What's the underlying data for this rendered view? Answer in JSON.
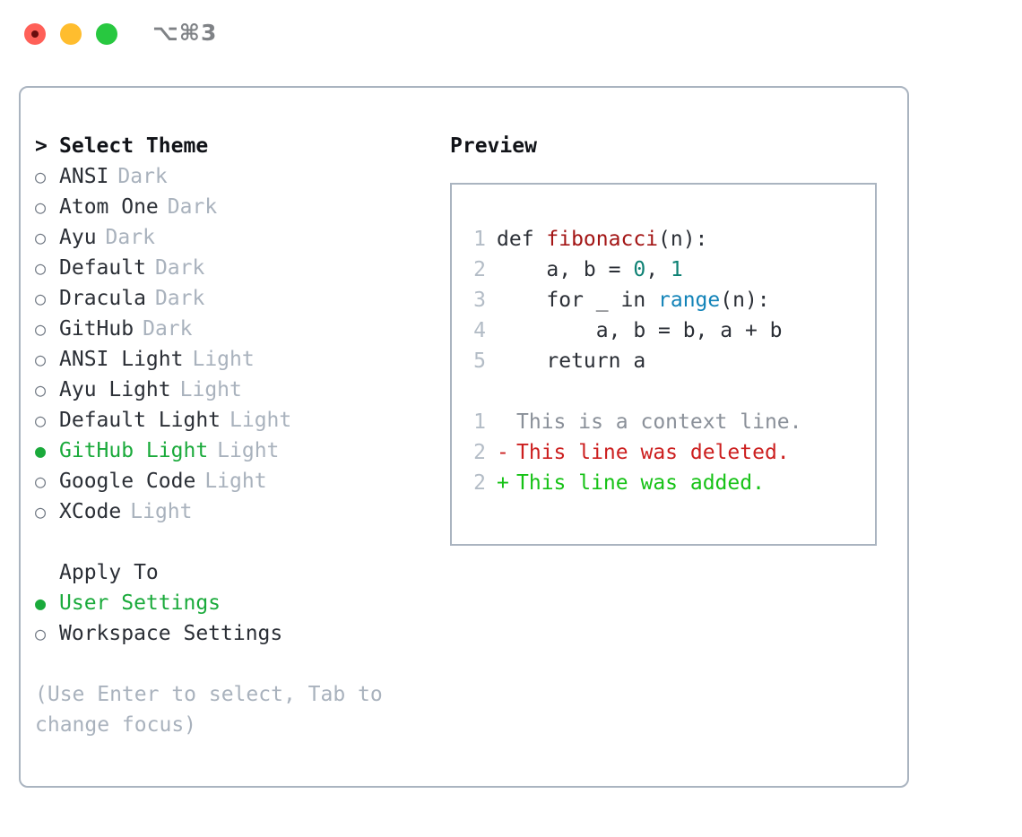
{
  "titlebar": {
    "shortcut": "⌥⌘3",
    "lights": [
      {
        "name": "close",
        "color": "#ff6058"
      },
      {
        "name": "minimize",
        "color": "#ffbd2e"
      },
      {
        "name": "maximize",
        "color": "#28c840"
      }
    ]
  },
  "theme_picker": {
    "heading": "Select Theme",
    "caret": ">",
    "bullet_selected": "●",
    "bullet_unselected": "○",
    "items": [
      {
        "label": "ANSI",
        "tag": "Dark",
        "selected": false
      },
      {
        "label": "Atom One",
        "tag": "Dark",
        "selected": false
      },
      {
        "label": "Ayu",
        "tag": "Dark",
        "selected": false
      },
      {
        "label": "Default",
        "tag": "Dark",
        "selected": false
      },
      {
        "label": "Dracula",
        "tag": "Dark",
        "selected": false
      },
      {
        "label": "GitHub",
        "tag": "Dark",
        "selected": false
      },
      {
        "label": "ANSI Light",
        "tag": "Light",
        "selected": false
      },
      {
        "label": "Ayu Light",
        "tag": "Light",
        "selected": false
      },
      {
        "label": "Default Light",
        "tag": "Light",
        "selected": false
      },
      {
        "label": "GitHub Light",
        "tag": "Light",
        "selected": true
      },
      {
        "label": "Google Code",
        "tag": "Light",
        "selected": false
      },
      {
        "label": "XCode",
        "tag": "Light",
        "selected": false
      }
    ]
  },
  "apply_to": {
    "heading": "Apply To",
    "items": [
      {
        "label": "User Settings",
        "selected": true
      },
      {
        "label": "Workspace Settings",
        "selected": false
      }
    ]
  },
  "hint": "(Use Enter to select, Tab to change focus)",
  "preview": {
    "title": "Preview",
    "code_lines": [
      {
        "no": "1",
        "tokens": [
          {
            "t": "def ",
            "c": "plain"
          },
          {
            "t": "fibonacci",
            "c": "fn"
          },
          {
            "t": "(n):",
            "c": "plain"
          }
        ]
      },
      {
        "no": "2",
        "tokens": [
          {
            "t": "    a, b = ",
            "c": "plain"
          },
          {
            "t": "0",
            "c": "num"
          },
          {
            "t": ", ",
            "c": "plain"
          },
          {
            "t": "1",
            "c": "num"
          }
        ]
      },
      {
        "no": "3",
        "tokens": [
          {
            "t": "    for _ in ",
            "c": "plain"
          },
          {
            "t": "range",
            "c": "call"
          },
          {
            "t": "(n):",
            "c": "plain"
          }
        ]
      },
      {
        "no": "4",
        "tokens": [
          {
            "t": "        a, b = b, a + b",
            "c": "plain"
          }
        ]
      },
      {
        "no": "5",
        "tokens": [
          {
            "t": "    return a",
            "c": "plain"
          }
        ]
      }
    ],
    "diff_lines": [
      {
        "no": "1",
        "marker": " ",
        "text": "This is a context line.",
        "kind": "ctx"
      },
      {
        "no": "2",
        "marker": "-",
        "text": "This line was deleted.",
        "kind": "del"
      },
      {
        "no": "2",
        "marker": "+",
        "text": "This line was added.",
        "kind": "add"
      }
    ]
  },
  "colors": {
    "border": "#aab4c0",
    "selected_green": "#1aaa3b",
    "tag_gray": "#a9b2bd",
    "diff_add": "#16c216",
    "diff_del": "#cc1f1f",
    "syntax_fn": "#a31515",
    "syntax_num": "#0e8174",
    "syntax_call": "#1283b8"
  }
}
